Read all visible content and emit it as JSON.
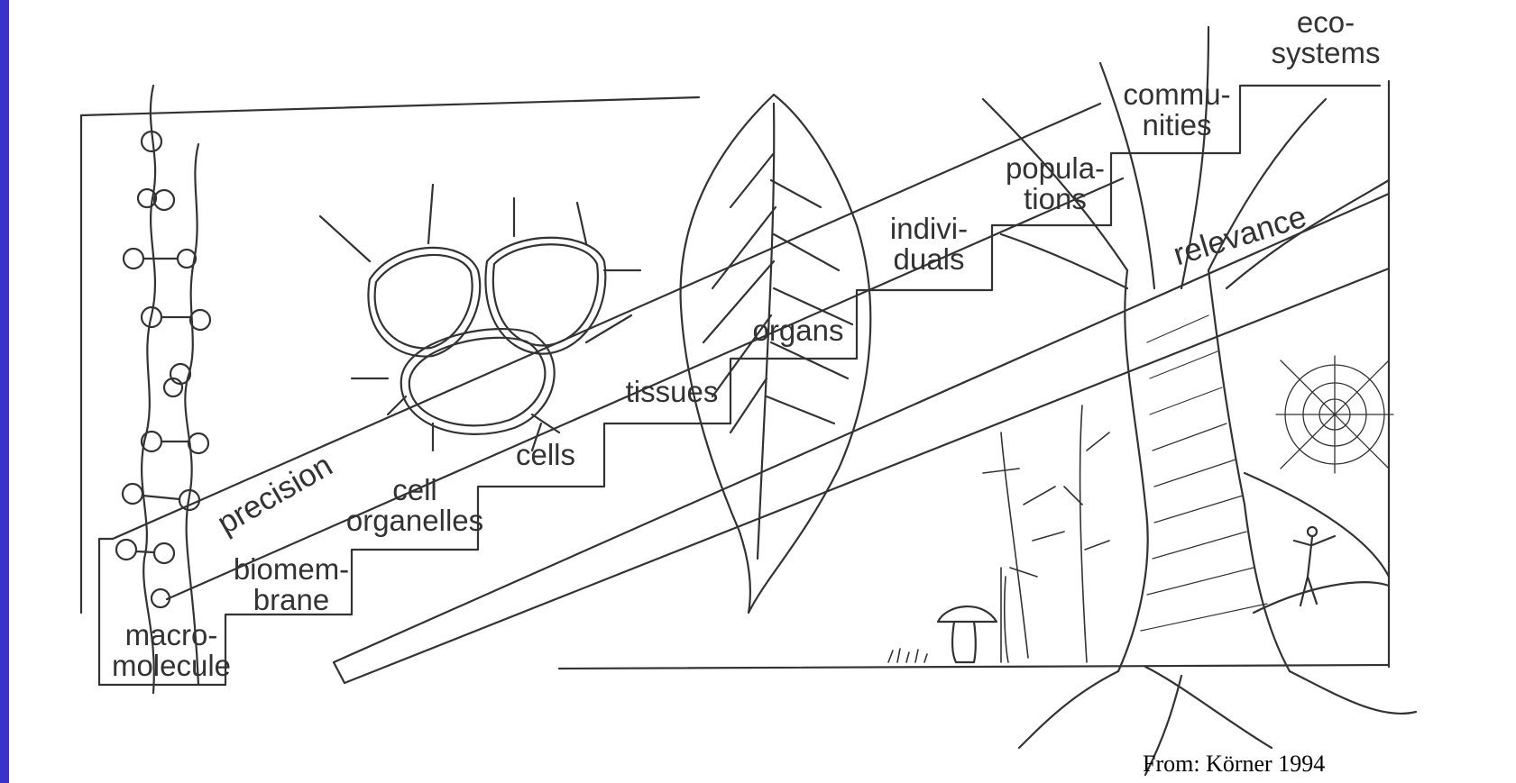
{
  "diagram": {
    "levels": [
      {
        "id": "macromolecule",
        "lines": [
          "macro-",
          "molecule"
        ]
      },
      {
        "id": "biomembrane",
        "lines": [
          "biomem-",
          "brane"
        ]
      },
      {
        "id": "cell-organelles",
        "lines": [
          "cell",
          "organelles"
        ]
      },
      {
        "id": "cells",
        "lines": [
          "cells"
        ]
      },
      {
        "id": "tissues",
        "lines": [
          "tissues"
        ]
      },
      {
        "id": "organs",
        "lines": [
          "organs"
        ]
      },
      {
        "id": "individuals",
        "lines": [
          "indivi-",
          "duals"
        ]
      },
      {
        "id": "populations",
        "lines": [
          "popula-",
          "tions"
        ]
      },
      {
        "id": "communities",
        "lines": [
          "commu-",
          "nities"
        ]
      },
      {
        "id": "ecosystems",
        "lines": [
          "eco-",
          "systems"
        ]
      }
    ],
    "axes": {
      "precision": "precision",
      "relevance": "relevance"
    },
    "citation": "From: Körner 1994"
  },
  "colors": {
    "frame_background": "#3a32c8",
    "paper": "#ffffff",
    "ink": "#333333"
  }
}
